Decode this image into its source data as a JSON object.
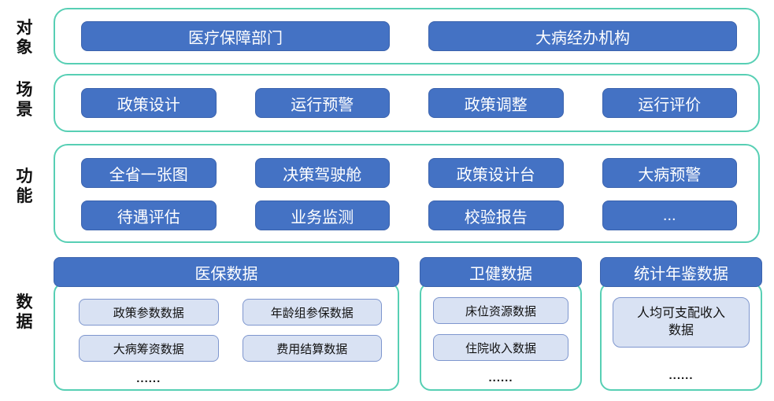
{
  "colors": {
    "node_blue": "#4472C4",
    "node_blue_border": "#3B63AD",
    "container_teal_border": "#57CFB4",
    "chip_bg": "#D9E2F3",
    "chip_border": "#7E96CE",
    "text_on_blue": "#FFFFFF",
    "text_dark": "#1A1A1A"
  },
  "layers": [
    {
      "label": "对象",
      "items": [
        "医疗保障部门",
        "大病经办机构"
      ]
    },
    {
      "label": "场景",
      "items": [
        "政策设计",
        "运行预警",
        "政策调整",
        "运行评价"
      ]
    },
    {
      "label": "功能",
      "items": [
        "全省一张图",
        "决策驾驶舱",
        "政策设计台",
        "大病预警",
        "待遇评估",
        "业务监测",
        "校验报告",
        "..."
      ]
    },
    {
      "label": "数据",
      "groups": [
        {
          "title": "医保数据",
          "chips": [
            "政策参数数据",
            "年龄组参保数据",
            "大病筹资数据",
            "费用结算数据"
          ],
          "more": "......"
        },
        {
          "title": "卫健数据",
          "chips": [
            "床位资源数据",
            "住院收入数据"
          ],
          "more": "......"
        },
        {
          "title": "统计年鉴数据",
          "chips": [
            "人均可支配收入数据"
          ],
          "more": "......"
        }
      ]
    }
  ]
}
